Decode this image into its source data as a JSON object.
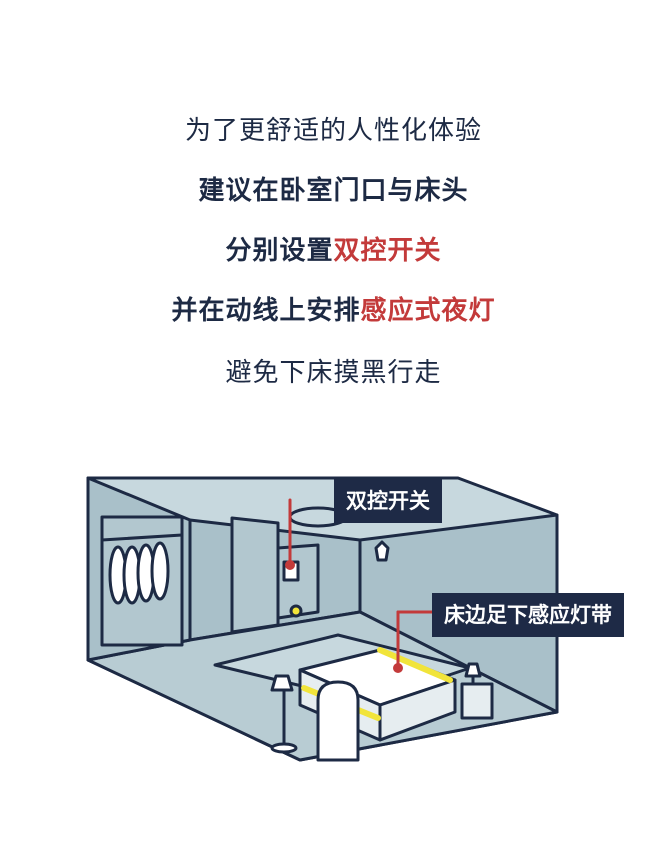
{
  "text": {
    "line1": "为了更舒适的人性化体验",
    "line2": "建议在卧室门口与床头",
    "line3_prefix": "分别设置",
    "line3_highlight": "双控开关",
    "line4_prefix": "并在动线上安排",
    "line4_highlight": "感应式夜灯",
    "line5": "避免下床摸黑行走"
  },
  "callouts": {
    "switch_label": "双控开关",
    "strip_label": "床边足下感应灯带"
  },
  "colors": {
    "text_dark": "#1d2a44",
    "highlight": "#c33a3a",
    "room_fill": "#a9c0c9",
    "room_light": "#c7d8de",
    "outline": "#1d2a44",
    "led_strip": "#f1e43a",
    "callout_bg": "#1e2a46"
  }
}
